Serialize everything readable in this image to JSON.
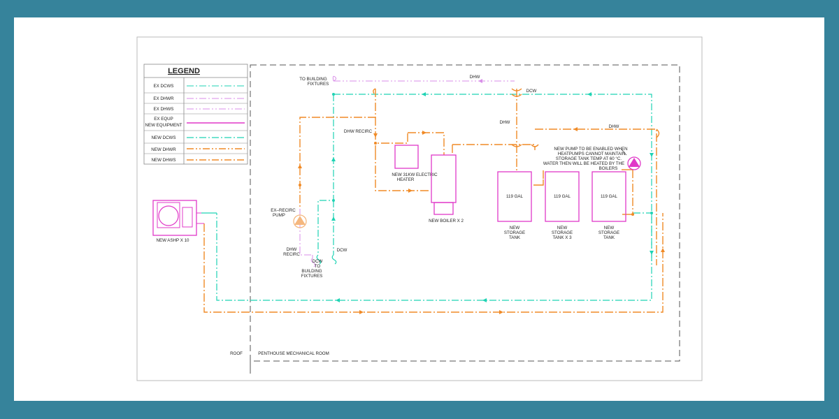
{
  "colors": {
    "background": "#36839b",
    "paper": "#ffffff",
    "dcws": "#1fd3b4",
    "dhwr": "#d88ee8",
    "equipment": "#e038c8",
    "new_dhw": "#f08a26",
    "ex_pump": "#f5b77e",
    "border": "#555555"
  },
  "legend": {
    "title": "LEGEND",
    "rows": [
      "EX DCWS",
      "EX DHWR",
      "EX DHWS",
      "EX EQUP",
      "NEW EQUIPMENT",
      "NEW DCWS",
      "NEW DHWR",
      "NEW DHWS"
    ]
  },
  "zones": {
    "roof": "ROOF",
    "penthouse": "PENTHOUSE MECHANICAL ROOM"
  },
  "labels": {
    "to_building_fixtures_1": "TO BUILDING",
    "to_building_fixtures_2": "FIXTURES",
    "dhw_top": "DHW",
    "dcw_top": "DCW",
    "dhw_mid": "DHW",
    "dhw_right": "DHW",
    "dhw_recirc_main": "DHW RECIRC",
    "ex_recirc_pump_1": "EX–RECIRC",
    "ex_recirc_pump_2": "PUMP",
    "dhw_recirc_bottom_1": "DHW",
    "dhw_recirc_bottom_2": "RECIRC",
    "dcw_bottom_1": "DCW",
    "dcw_bottom_2": "TO",
    "dcw_bottom_3": "BUILDING",
    "dcw_bottom_4": "FIXTURES",
    "dcw_bottom_right": "DCW",
    "heater_1": "NEW 31KW ELECTRIC",
    "heater_2": "HEATER",
    "boiler": "NEW BOILER X 2",
    "ashp": "NEW ASHP X 10",
    "tank_capacity_1": "119 GAL",
    "tank_capacity_2": "119 GAL",
    "tank_capacity_3": "119 GAL",
    "tank1_1": "NEW",
    "tank1_2": "STORAGE",
    "tank1_3": "TANK",
    "tank2_1": "NEW",
    "tank2_2": "STORAGE",
    "tank2_3": "TANK X 3",
    "tank3_1": "NEW",
    "tank3_2": "STORAGE",
    "tank3_3": "TANK",
    "note_1": "NEW PUMP TO BE ENABLED WHEN",
    "note_2": "HEATPUMPS CANNOT MAINTAIN",
    "note_3": "STORAGE TANK TEMP AT 60 °C.",
    "note_4": "WATER THEN WILL BE HEATED BY THE",
    "note_5": "BOILERS"
  }
}
